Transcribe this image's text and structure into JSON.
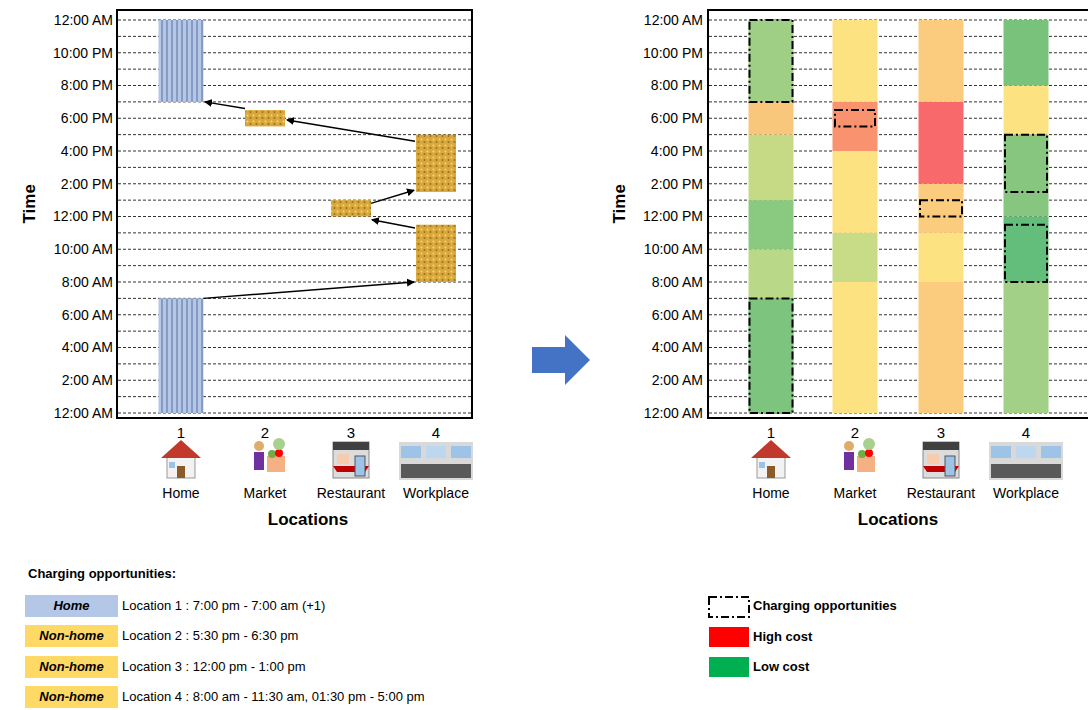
{
  "diagram": {
    "labels": [
      "12:00 AM",
      "10:00 PM",
      "8:00 PM",
      "6:00 PM",
      "4:00 PM",
      "2:00 PM",
      "12:00 PM",
      "10:00 AM",
      "8:00 AM",
      "6:00 AM",
      "4:00 AM",
      "2:00 AM",
      "12:00 AM",
      "Time",
      "1",
      "2",
      "3",
      "4",
      "Home",
      "Market",
      "Restaurant",
      "Workplace",
      "Locations",
      "Charging opportunities:",
      "Location 1 : 7:00 pm - 7:00 am (+1)",
      "Location 2 : 5:30 pm - 6:30 pm",
      "Location 3 : 12:00 pm - 1:00 pm",
      "Location 4 : 8:00 am - 11:30 am, 01:30 pm - 5:00 pm",
      "12:00 AM",
      "10:00 PM",
      "8:00 PM",
      "6:00 PM",
      "4:00 PM",
      "2:00 PM",
      "12:00 PM",
      "10:00 AM",
      "8:00 AM",
      "6:00 AM",
      "4:00 AM",
      "2:00 AM",
      "12:00 AM",
      "Time",
      "1",
      "2",
      "3",
      "4",
      "Home",
      "Market",
      "Restaurant",
      "Workplace",
      "Locations"
    ],
    "legend": [
      {
        "text": "Home",
        "color": "#b4c7e7"
      },
      {
        "text": "Non-home",
        "color": "#ffd966"
      },
      {
        "text": "Non-home",
        "color": "#ffd966"
      },
      {
        "text": "Non-home",
        "color": "#ffd966"
      },
      {
        "text": "Charging opportunities"
      },
      {
        "text": "High cost",
        "color": "#ff0000"
      },
      {
        "text": "Low cost",
        "color": "#00b050"
      }
    ]
  }
}
